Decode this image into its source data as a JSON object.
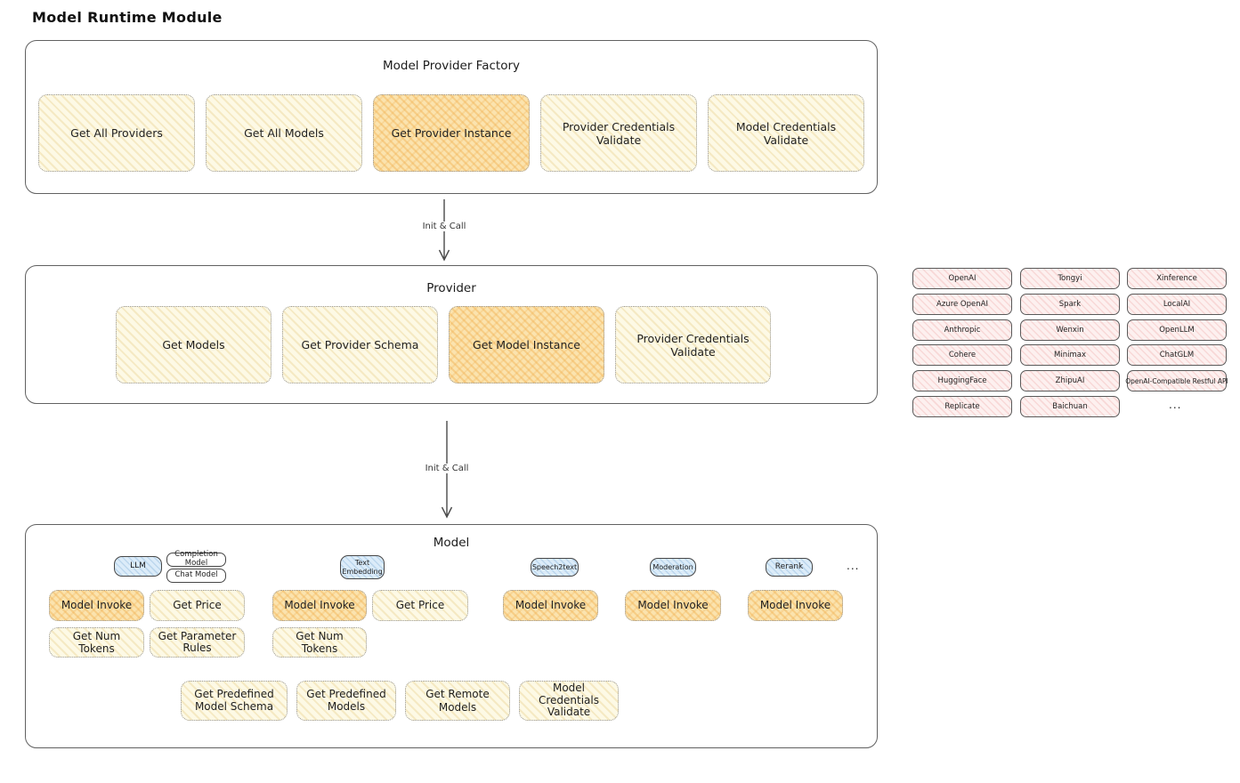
{
  "page": {
    "title": "Model Runtime Module"
  },
  "colors": {
    "yellow_fill": "#fdf9e5",
    "orange_highlight_fill": "#fbe3ae",
    "pink_fill": "#fdf0ef",
    "blue_fill": "#dcecf9",
    "box_border": "#616161"
  },
  "arrows": {
    "arrow1_label": "Init & Call",
    "arrow2_label": "Init & Call"
  },
  "factory": {
    "title": "Model Provider Factory",
    "buttons": [
      {
        "label": "Get All Providers",
        "highlight": false
      },
      {
        "label": "Get All Models",
        "highlight": false
      },
      {
        "label": "Get Provider Instance",
        "highlight": true
      },
      {
        "label": "Provider Credentials Validate",
        "highlight": false
      },
      {
        "label": "Model Credentials Validate",
        "highlight": false
      }
    ]
  },
  "provider": {
    "title": "Provider",
    "buttons": [
      {
        "label": "Get Models",
        "highlight": false
      },
      {
        "label": "Get Provider Schema",
        "highlight": false
      },
      {
        "label": "Get Model Instance",
        "highlight": true
      },
      {
        "label": "Provider Credentials Validate",
        "highlight": false
      }
    ]
  },
  "provider_list": {
    "col1": [
      "OpenAI",
      "Azure OpenAI",
      "Anthropic",
      "Cohere",
      "HuggingFace",
      "Replicate"
    ],
    "col2": [
      "Tongyi",
      "Spark",
      "Wenxin",
      "Minimax",
      "ZhipuAI",
      "Baichuan"
    ],
    "col3": [
      "Xinference",
      "LocalAI",
      "OpenLLM",
      "ChatGLM",
      "OpenAI-Compatible Restful API"
    ],
    "more": "..."
  },
  "model": {
    "title": "Model",
    "tags": {
      "llm": "LLM",
      "completion": "Completion Model",
      "chat": "Chat Model",
      "text_embedding": "Text Embedding",
      "speech2text": "Speech2text",
      "moderation": "Moderation",
      "rerank": "Rerank",
      "more": "..."
    },
    "buttons": {
      "model_invoke": "Model Invoke",
      "get_price": "Get Price",
      "get_num_tokens": "Get Num Tokens",
      "get_parameter_rules": "Get Parameter Rules",
      "get_predefined_model_schema": "Get Predefined Model Schema",
      "get_predefined_models": "Get Predefined Models",
      "get_remote_models": "Get Remote Models",
      "model_credentials_validate": "Model Credentials Validate"
    }
  }
}
